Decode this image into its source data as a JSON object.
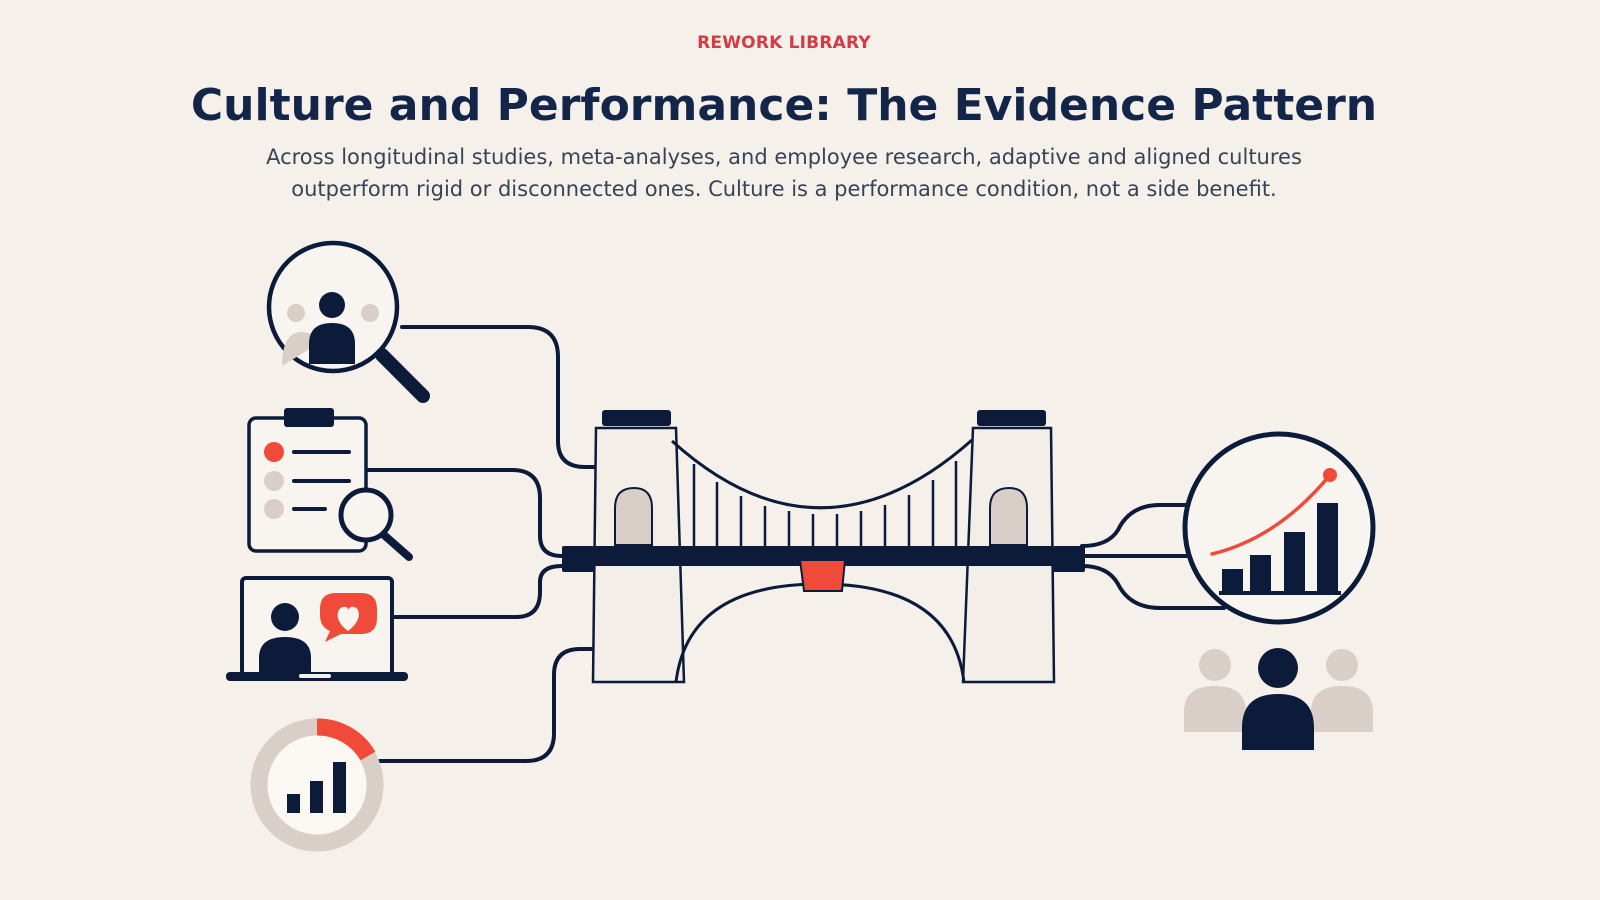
{
  "header": {
    "eyebrow": "REWORK LIBRARY",
    "title": "Culture and Performance: The Evidence Pattern",
    "subtitle": "Across longitudinal studies, meta-analyses, and employee research, adaptive and aligned cultures outperform rigid or disconnected ones. Culture is a performance condition, not a side benefit."
  },
  "colors": {
    "background": "#f5f1ea",
    "navy": "#0d1b3a",
    "accent": "#f04a3a",
    "eyebrow": "#d63a43",
    "muted": "#d9cfc8"
  },
  "diagram": {
    "inputs": [
      {
        "icon": "magnifier-person-icon"
      },
      {
        "icon": "clipboard-survey-icon"
      },
      {
        "icon": "laptop-feedback-icon"
      },
      {
        "icon": "donut-bar-chart-icon"
      }
    ],
    "bridge": {
      "icon": "suspension-bridge-icon"
    },
    "outputs": [
      {
        "icon": "rising-chart-icon"
      },
      {
        "icon": "team-people-icon"
      }
    ]
  }
}
